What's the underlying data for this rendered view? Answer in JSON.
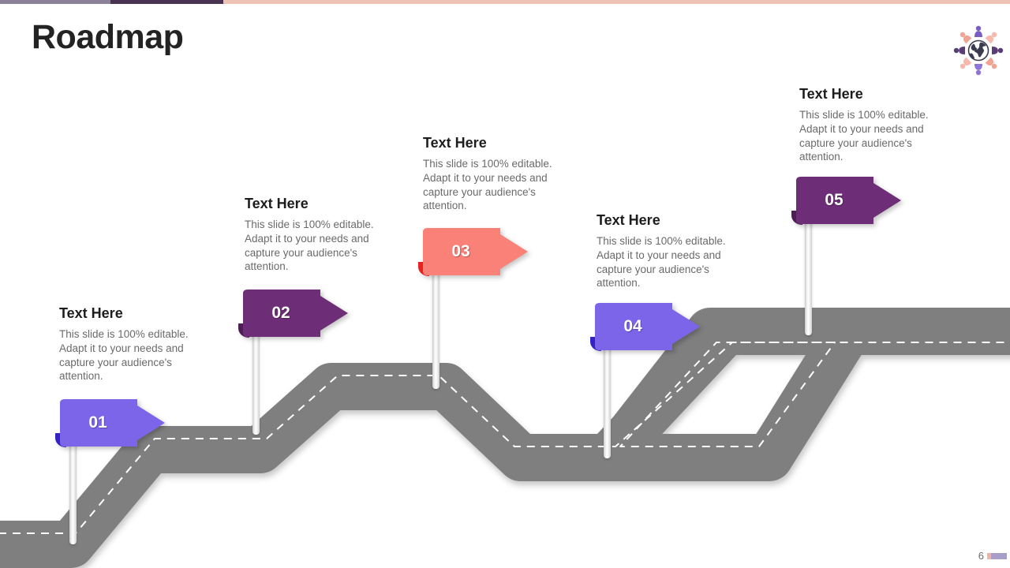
{
  "slide": {
    "title": "Roadmap",
    "page_number": "6",
    "background": "#ffffff"
  },
  "top_rule": {
    "segments": [
      {
        "name": "muted-purple",
        "color": "#8b8299"
      },
      {
        "name": "dark-plum",
        "color": "#4a3350"
      },
      {
        "name": "blush",
        "color": "#eec2b4"
      }
    ]
  },
  "logo": {
    "name": "global-team-globe-logo",
    "globe_color": "#3c3c50",
    "figure_colors": [
      "#7b5ec4",
      "#f2a494",
      "#5a3d75",
      "#f6b9ab",
      "#8e74d6"
    ]
  },
  "road": {
    "color": "#7f7f7f",
    "center_line_color": "#ffffff",
    "center_line_style": "dashed"
  },
  "milestones": [
    {
      "id": "01",
      "number": "01",
      "heading": "Text Here",
      "body": "This slide is 100% editable. Adapt it to your needs and capture your audience's attention.",
      "flag_color": "#7d65ea",
      "fold_color": "#3423c4"
    },
    {
      "id": "02",
      "number": "02",
      "heading": "Text Here",
      "body": "This slide is 100% editable. Adapt it to your needs and capture your audience's attention.",
      "flag_color": "#6e2d77",
      "fold_color": "#4d1d56"
    },
    {
      "id": "03",
      "number": "03",
      "heading": "Text Here",
      "body": "This slide is 100% editable. Adapt it to your needs and capture your audience's attention.",
      "flag_color": "#fa8178",
      "fold_color": "#e82222"
    },
    {
      "id": "04",
      "number": "04",
      "heading": "Text Here",
      "body": "This slide is 100% editable. Adapt it to your needs and capture your audience's attention.",
      "flag_color": "#7d65ea",
      "fold_color": "#3423c4"
    },
    {
      "id": "05",
      "number": "05",
      "heading": "Text Here",
      "body": "This slide is 100% editable. Adapt it to your needs and capture your audience's attention.",
      "flag_color": "#6e2d77",
      "fold_color": "#4d1d56"
    }
  ],
  "footer": {
    "swatch_colors": [
      "#f0b3a6",
      "#a79ec9"
    ]
  }
}
